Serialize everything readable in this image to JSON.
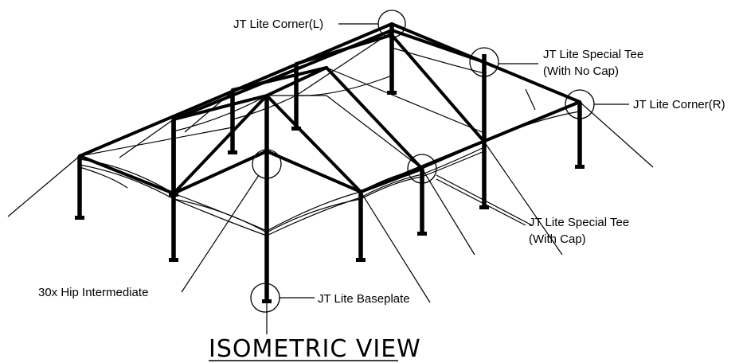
{
  "title": "ISOMETRIC VIEW",
  "callouts": {
    "corner_left": "JT Lite Corner(L)",
    "special_tee_no_cap_1": "JT Lite Special Tee",
    "special_tee_no_cap_2": "(With No Cap)",
    "corner_right": "JT Lite Corner(R)",
    "special_tee_cap_1": "JT Lite Special Tee",
    "special_tee_cap_2": "(With Cap)",
    "hip_intermediate": "30x Hip Intermediate",
    "baseplate": "JT Lite Baseplate"
  }
}
